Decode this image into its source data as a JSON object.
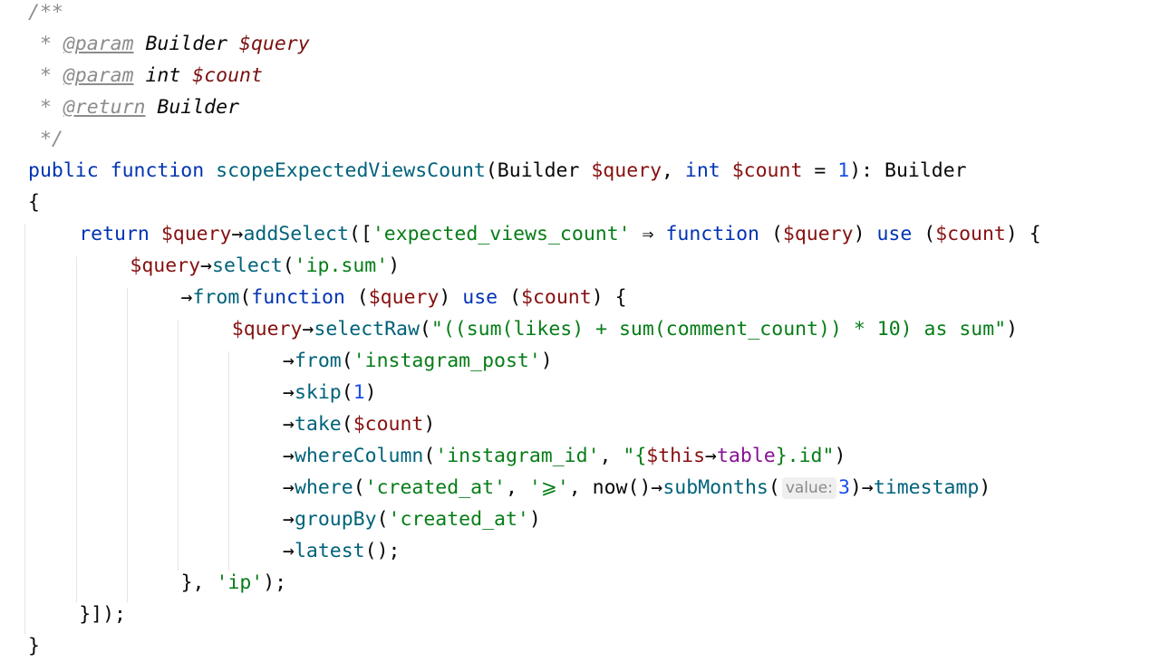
{
  "editor": {
    "language": "PHP",
    "lines": [
      {
        "indent": 0,
        "tokens": [
          {
            "t": "/**",
            "c": "com"
          }
        ]
      },
      {
        "indent": 0,
        "tokens": [
          {
            "t": " * ",
            "c": "com"
          },
          {
            "t": "@param",
            "c": "tag"
          },
          {
            "t": " ",
            "c": "com"
          },
          {
            "t": "Builder",
            "c": "ctype"
          },
          {
            "t": " ",
            "c": "com"
          },
          {
            "t": "$query",
            "c": "cvar"
          }
        ]
      },
      {
        "indent": 0,
        "tokens": [
          {
            "t": " * ",
            "c": "com"
          },
          {
            "t": "@param",
            "c": "tag"
          },
          {
            "t": " ",
            "c": "com"
          },
          {
            "t": "int",
            "c": "ctype"
          },
          {
            "t": " ",
            "c": "com"
          },
          {
            "t": "$count",
            "c": "cvar"
          }
        ]
      },
      {
        "indent": 0,
        "tokens": [
          {
            "t": " * ",
            "c": "com"
          },
          {
            "t": "@return",
            "c": "tag"
          },
          {
            "t": " ",
            "c": "com"
          },
          {
            "t": "Builder",
            "c": "ctype"
          }
        ]
      },
      {
        "indent": 0,
        "tokens": [
          {
            "t": " */",
            "c": "com"
          }
        ]
      },
      {
        "indent": 0,
        "tokens": [
          {
            "t": "public",
            "c": "kw"
          },
          {
            "t": " ",
            "c": "plain"
          },
          {
            "t": "function",
            "c": "kw"
          },
          {
            "t": " ",
            "c": "plain"
          },
          {
            "t": "scopeExpectedViewsCount",
            "c": "fn"
          },
          {
            "t": "(Builder ",
            "c": "plain"
          },
          {
            "t": "$query",
            "c": "var"
          },
          {
            "t": ", ",
            "c": "plain"
          },
          {
            "t": "int",
            "c": "kw"
          },
          {
            "t": " ",
            "c": "plain"
          },
          {
            "t": "$count",
            "c": "var"
          },
          {
            "t": " = ",
            "c": "plain"
          },
          {
            "t": "1",
            "c": "num"
          },
          {
            "t": "): Builder",
            "c": "plain"
          }
        ]
      },
      {
        "indent": 0,
        "tokens": [
          {
            "t": "{",
            "c": "plain"
          }
        ]
      },
      {
        "indent": 1,
        "tokens": [
          {
            "t": "return",
            "c": "kw"
          },
          {
            "t": " ",
            "c": "plain"
          },
          {
            "t": "$query",
            "c": "var"
          },
          {
            "t": "→",
            "c": "plain"
          },
          {
            "t": "addSelect",
            "c": "meth"
          },
          {
            "t": "([",
            "c": "plain"
          },
          {
            "t": "'expected_views_count'",
            "c": "str"
          },
          {
            "t": " ⇒ ",
            "c": "plain"
          },
          {
            "t": "function",
            "c": "kw"
          },
          {
            "t": " (",
            "c": "plain"
          },
          {
            "t": "$query",
            "c": "var"
          },
          {
            "t": ") ",
            "c": "plain"
          },
          {
            "t": "use",
            "c": "kw"
          },
          {
            "t": " (",
            "c": "plain"
          },
          {
            "t": "$count",
            "c": "var"
          },
          {
            "t": ") {",
            "c": "plain"
          }
        ]
      },
      {
        "indent": 2,
        "tokens": [
          {
            "t": "$query",
            "c": "var"
          },
          {
            "t": "→",
            "c": "plain"
          },
          {
            "t": "select",
            "c": "meth"
          },
          {
            "t": "(",
            "c": "plain"
          },
          {
            "t": "'ip.sum'",
            "c": "str"
          },
          {
            "t": ")",
            "c": "plain"
          }
        ]
      },
      {
        "indent": 3,
        "tokens": [
          {
            "t": "→",
            "c": "plain"
          },
          {
            "t": "from",
            "c": "meth"
          },
          {
            "t": "(",
            "c": "plain"
          },
          {
            "t": "function",
            "c": "kw"
          },
          {
            "t": " (",
            "c": "plain"
          },
          {
            "t": "$query",
            "c": "var"
          },
          {
            "t": ") ",
            "c": "plain"
          },
          {
            "t": "use",
            "c": "kw"
          },
          {
            "t": " (",
            "c": "plain"
          },
          {
            "t": "$count",
            "c": "var"
          },
          {
            "t": ") {",
            "c": "plain"
          }
        ]
      },
      {
        "indent": 4,
        "tokens": [
          {
            "t": "$query",
            "c": "var"
          },
          {
            "t": "→",
            "c": "plain"
          },
          {
            "t": "selectRaw",
            "c": "meth"
          },
          {
            "t": "(",
            "c": "plain"
          },
          {
            "t": "\"((sum(likes) + sum(comment_count)) * 10) as sum\"",
            "c": "str"
          },
          {
            "t": ")",
            "c": "plain"
          }
        ]
      },
      {
        "indent": 5,
        "tokens": [
          {
            "t": "→",
            "c": "plain"
          },
          {
            "t": "from",
            "c": "meth"
          },
          {
            "t": "(",
            "c": "plain"
          },
          {
            "t": "'instagram_post'",
            "c": "str"
          },
          {
            "t": ")",
            "c": "plain"
          }
        ]
      },
      {
        "indent": 5,
        "tokens": [
          {
            "t": "→",
            "c": "plain"
          },
          {
            "t": "skip",
            "c": "meth"
          },
          {
            "t": "(",
            "c": "plain"
          },
          {
            "t": "1",
            "c": "num"
          },
          {
            "t": ")",
            "c": "plain"
          }
        ]
      },
      {
        "indent": 5,
        "tokens": [
          {
            "t": "→",
            "c": "plain"
          },
          {
            "t": "take",
            "c": "meth"
          },
          {
            "t": "(",
            "c": "plain"
          },
          {
            "t": "$count",
            "c": "var"
          },
          {
            "t": ")",
            "c": "plain"
          }
        ]
      },
      {
        "indent": 5,
        "tokens": [
          {
            "t": "→",
            "c": "plain"
          },
          {
            "t": "whereColumn",
            "c": "meth"
          },
          {
            "t": "(",
            "c": "plain"
          },
          {
            "t": "'instagram_id'",
            "c": "str"
          },
          {
            "t": ", ",
            "c": "plain"
          },
          {
            "t": "\"{",
            "c": "str"
          },
          {
            "t": "$this",
            "c": "var"
          },
          {
            "t": "→",
            "c": "plain"
          },
          {
            "t": "table",
            "c": "prop"
          },
          {
            "t": "}.id\"",
            "c": "str"
          },
          {
            "t": ")",
            "c": "plain"
          }
        ]
      },
      {
        "indent": 5,
        "tokens": [
          {
            "t": "→",
            "c": "plain"
          },
          {
            "t": "where",
            "c": "meth"
          },
          {
            "t": "(",
            "c": "plain"
          },
          {
            "t": "'created_at'",
            "c": "str"
          },
          {
            "t": ", ",
            "c": "plain"
          },
          {
            "t": "'⩾'",
            "c": "str"
          },
          {
            "t": ", ",
            "c": "plain"
          },
          {
            "t": "now",
            "c": "plain"
          },
          {
            "t": "()",
            "c": "plain"
          },
          {
            "t": "→",
            "c": "plain"
          },
          {
            "t": "subMonths",
            "c": "meth"
          },
          {
            "t": "(",
            "c": "plain"
          },
          {
            "t": "value:",
            "c": "hint"
          },
          {
            "t": "3",
            "c": "num"
          },
          {
            "t": ")",
            "c": "plain"
          },
          {
            "t": "→",
            "c": "plain"
          },
          {
            "t": "timestamp",
            "c": "meth"
          },
          {
            "t": ")",
            "c": "plain"
          }
        ]
      },
      {
        "indent": 5,
        "tokens": [
          {
            "t": "→",
            "c": "plain"
          },
          {
            "t": "groupBy",
            "c": "meth"
          },
          {
            "t": "(",
            "c": "plain"
          },
          {
            "t": "'created_at'",
            "c": "str"
          },
          {
            "t": ")",
            "c": "plain"
          }
        ]
      },
      {
        "indent": 5,
        "tokens": [
          {
            "t": "→",
            "c": "plain"
          },
          {
            "t": "latest",
            "c": "meth"
          },
          {
            "t": "();",
            "c": "plain"
          }
        ]
      },
      {
        "indent": 3,
        "tokens": [
          {
            "t": "}, ",
            "c": "plain"
          },
          {
            "t": "'ip'",
            "c": "str"
          },
          {
            "t": ");",
            "c": "plain"
          }
        ]
      },
      {
        "indent": 1,
        "tokens": [
          {
            "t": "}]);",
            "c": "plain"
          }
        ]
      },
      {
        "indent": 0,
        "tokens": [
          {
            "t": "}",
            "c": "plain"
          }
        ]
      }
    ]
  },
  "colors": {
    "background": "#ffffff",
    "comment": "#8c8c8c",
    "keyword": "#0033b3",
    "function_name": "#00627a",
    "variable": "#871010",
    "string": "#067d17",
    "number": "#1750eb",
    "property": "#871094",
    "plain": "#080808",
    "indent_guide": "#e4e4e4",
    "hint_bg": "#efefef"
  }
}
